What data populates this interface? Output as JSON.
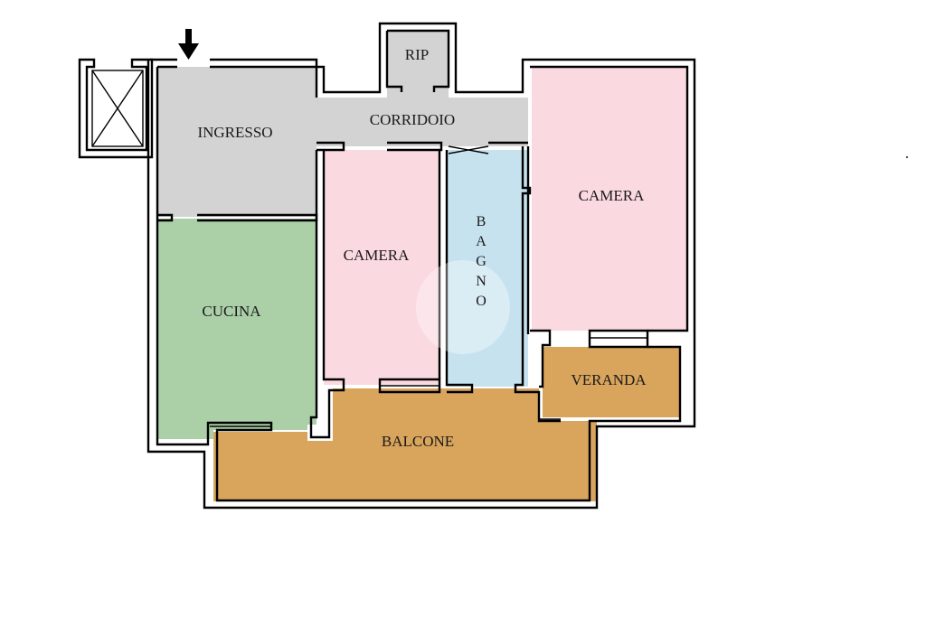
{
  "floorplan": {
    "rooms": {
      "rip": "RIP",
      "ingresso": "INGRESSO",
      "corridoio": "CORRIDOIO",
      "camera_right": "CAMERA",
      "camera_middle": "CAMERA",
      "bagno": "BAGNO",
      "cucina": "CUCINA",
      "veranda": "VERANDA",
      "balcone": "BALCONE"
    },
    "colors": {
      "circulation": "#d3d3d3",
      "bedroom": "#fbd9e1",
      "bathroom": "#c6e2ef",
      "kitchen": "#abd0a8",
      "outdoor": "#d9a45c"
    }
  }
}
